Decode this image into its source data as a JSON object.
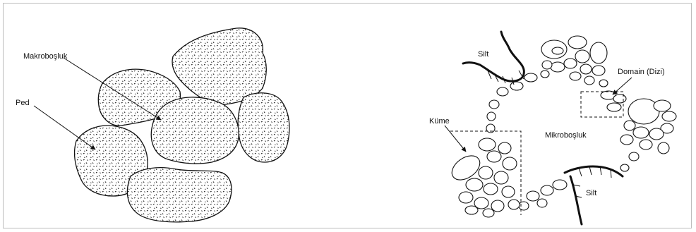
{
  "left_panel": {
    "labels": {
      "macropore": "Makroboşluk",
      "ped": "Ped"
    }
  },
  "right_panel": {
    "labels": {
      "silt_top": "Silt",
      "domain": "Domain (Dizi)",
      "cluster": "Küme",
      "micropore": "Mikroboşluk",
      "silt_bottom": "Silt"
    }
  }
}
